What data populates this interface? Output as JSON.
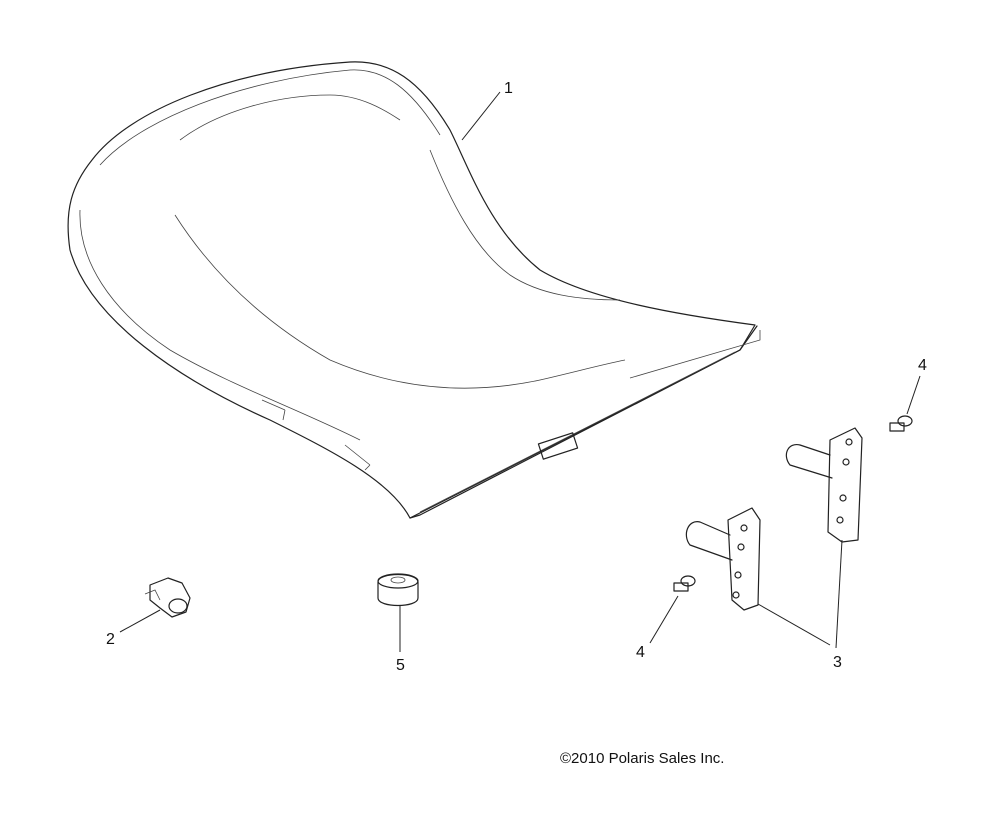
{
  "callouts": {
    "c1": "1",
    "c2": "2",
    "c3": "3",
    "c4a": "4",
    "c4b": "4",
    "c5": "5"
  },
  "copyright": "©2010 Polaris Sales Inc."
}
